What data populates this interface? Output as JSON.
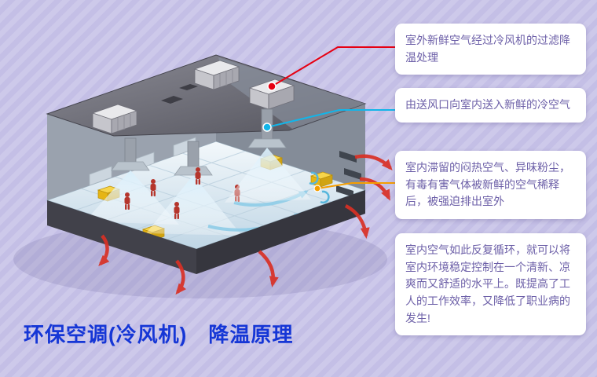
{
  "title": "环保空调(冷风机)　降温原理",
  "callouts": [
    {
      "id": "filter-cooling",
      "text": "室外新鲜空气经过冷风机的过滤降温处理",
      "marker_color": "#e60012"
    },
    {
      "id": "supply-air",
      "text": "由送风口向室内送入新鲜的冷空气",
      "marker_color": "#12b5e9"
    },
    {
      "id": "exhaust-out",
      "text": "室内滞留的闷热空气、异味粉尘，有毒有害气体被新鲜的空气稀释后，被强迫排出室外",
      "marker_color": "#f59e00"
    },
    {
      "id": "circulation",
      "text": "室内空气如此反复循环，就可以将室内环境稳定控制在一个清新、凉爽而又舒适的水平上。既提高了工人的工作效率，又降低了职业病的发生!"
    }
  ],
  "colors": {
    "background": "#c9c4e8",
    "callout_background": "#ffffff",
    "callout_text": "#6d60a8",
    "title_blue": "#1536d6",
    "leader_red": "#e60012",
    "leader_cyan": "#12b5e9",
    "leader_orange": "#f59e00",
    "exhaust_arrow_red": "#d93025",
    "cool_air_blue": "#8fcde8"
  }
}
